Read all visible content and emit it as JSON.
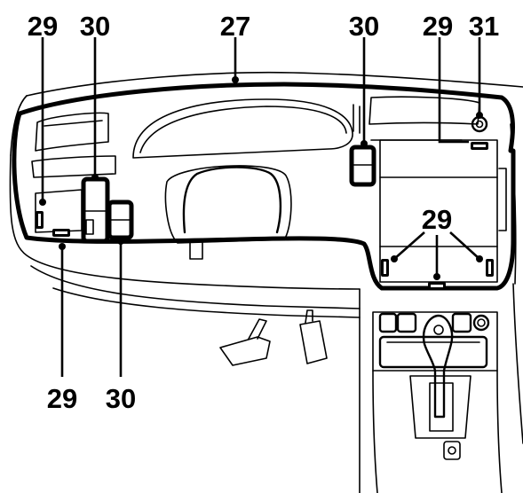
{
  "callouts": {
    "top_left_29": "29",
    "top_left_30": "30",
    "top_center_27": "27",
    "top_right_30": "30",
    "top_right_29": "29",
    "top_right_31": "31",
    "glovebox_29": "29",
    "bottom_29": "29",
    "bottom_30": "30"
  },
  "colors": {
    "line": "#000000",
    "background": "#ffffff"
  }
}
